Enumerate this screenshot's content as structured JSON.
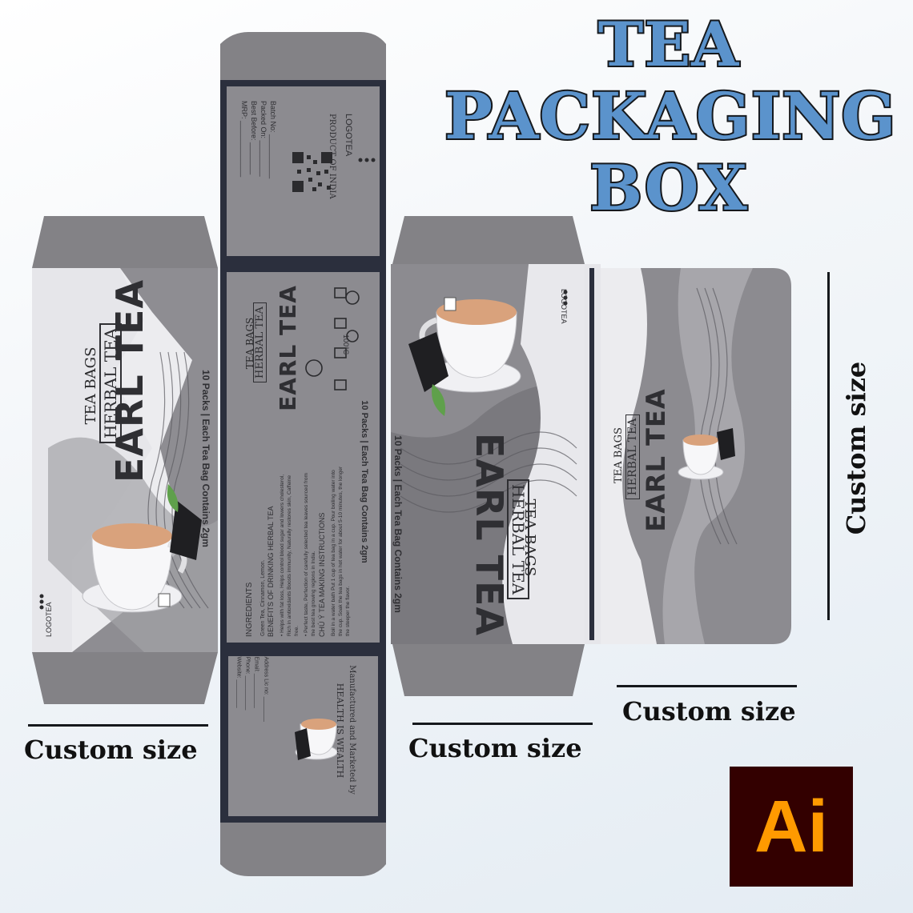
{
  "title": {
    "line1": "TEA",
    "line2": "PACKAGING",
    "line3": "BOX"
  },
  "dimensions": {
    "custom_size_left": "Custom size",
    "custom_size_middle": "Custom size",
    "custom_size_right_bottom": "Custom size",
    "custom_size_right_vertical": "Custom size"
  },
  "front_panel": {
    "logo": "LOGOTEA",
    "tea_bags": "TEA BAGS",
    "herbal": "HERBAL TEA",
    "name": "EARL TEA",
    "packs": "10 Packs | Each Tea Bag Contains 2gm"
  },
  "top_flap": {
    "logo": "LOGOTEA",
    "origin": "PRODUCT OF INDIA",
    "batch": "Batch No: ___________",
    "packed": "Packed On: _________",
    "best_before": "Best Before: ________",
    "mrp": "MRP: ______________"
  },
  "side_panel": {
    "tea_bags": "TEA BAGS",
    "herbal": "HERBAL TEA",
    "name": "EARL TEA",
    "packs": "10 Packs | Each Tea Bag Contains 2gm",
    "temp": "100°C",
    "ingredients_title": "INGREDIENTS",
    "ingredients": "Green Tea, Cinnamon, Lemon.",
    "benefits_title": "BENEFITS OF DRINKING HERBAL TEA",
    "benefit1": "• Helps with fat loss, Helps control blood sugar and lowers cholesterol,",
    "benefit2": "Rich in antioxidants Boosts immunity, Naturally restores skin, Caffeine",
    "benefit3": "free.",
    "benefit4": "• Perfect taste, Perfection of carefully selected tea leaves sourced from",
    "benefit5": "the best tea growing regions in India.",
    "instructions_title": "CHÚ Ý TEA MAKING INSTRUCTIONS",
    "instr1": "Boil in a water bath Put 1 cup of tea bag in a cup. Pour boiling water into",
    "instr2": "the cup. Soak the tea bags in hot water for about 5-10 minutes, the longer",
    "instr3": "the steeper the flavor."
  },
  "bottom_flap": {
    "manufactured": "Manufactured and Marketed by",
    "company": "HEALTH IS WEALTH",
    "address": "Address Lic no: ________",
    "email": "Email: ___________",
    "phone": "Phone: ___________",
    "website": "Website: _________"
  },
  "back_panel": {
    "logo": "LOGOTEA",
    "tea_bags": "TEA BAGS",
    "herbal": "HERBAL TEA",
    "name": "EARL TEA",
    "packs": "10 Packs | Each Tea Bag Contains 2gm"
  },
  "end_panel": {
    "tea_bags": "TEA BAGS",
    "herbal": "HERBAL TEA",
    "name": "EARL TEA"
  },
  "software_badge": "Ai",
  "colors": {
    "panel_gray": "#838286",
    "dark_line": "#2b2f3d",
    "title_blue": "#5b93cc",
    "ai_bg": "#330000",
    "ai_text": "#ff9a00"
  }
}
